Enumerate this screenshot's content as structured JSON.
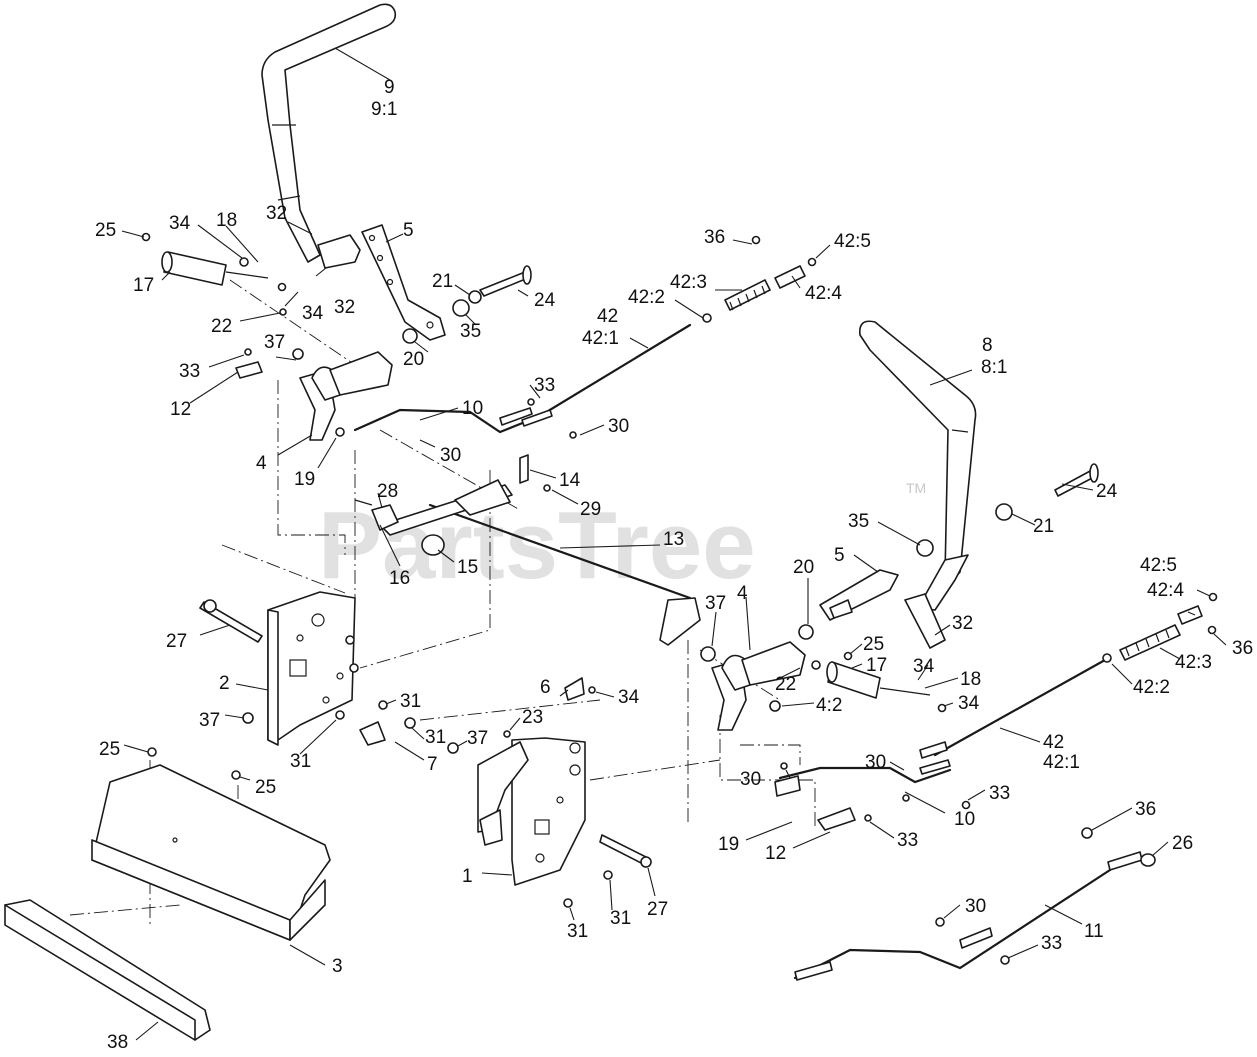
{
  "watermark": {
    "text": "PartsTree",
    "tm": "TM"
  },
  "callouts": [
    "9",
    "9:1",
    "32",
    "5",
    "34",
    "18",
    "25",
    "17",
    "32",
    "34",
    "21",
    "24",
    "22",
    "35",
    "20",
    "37",
    "33",
    "12",
    "4",
    "19",
    "30",
    "10",
    "33",
    "30",
    "36",
    "42:5",
    "42:3",
    "42:2",
    "42:4",
    "42",
    "42:1",
    "8",
    "8:1",
    "14",
    "28",
    "29",
    "16",
    "15",
    "13",
    "27",
    "2",
    "37",
    "31",
    "31",
    "25",
    "25",
    "6",
    "34",
    "23",
    "37",
    "31",
    "7",
    "1",
    "31",
    "31",
    "27",
    "3",
    "38",
    "37",
    "4",
    "20",
    "5",
    "35",
    "21",
    "24",
    "25",
    "17",
    "32",
    "34",
    "18",
    "34",
    "22",
    "4:2",
    "42:5",
    "42:4",
    "36",
    "42:3",
    "42:2",
    "42",
    "42:1",
    "30",
    "33",
    "30",
    "10",
    "19",
    "12",
    "33",
    "36",
    "26",
    "30",
    "11",
    "33"
  ]
}
